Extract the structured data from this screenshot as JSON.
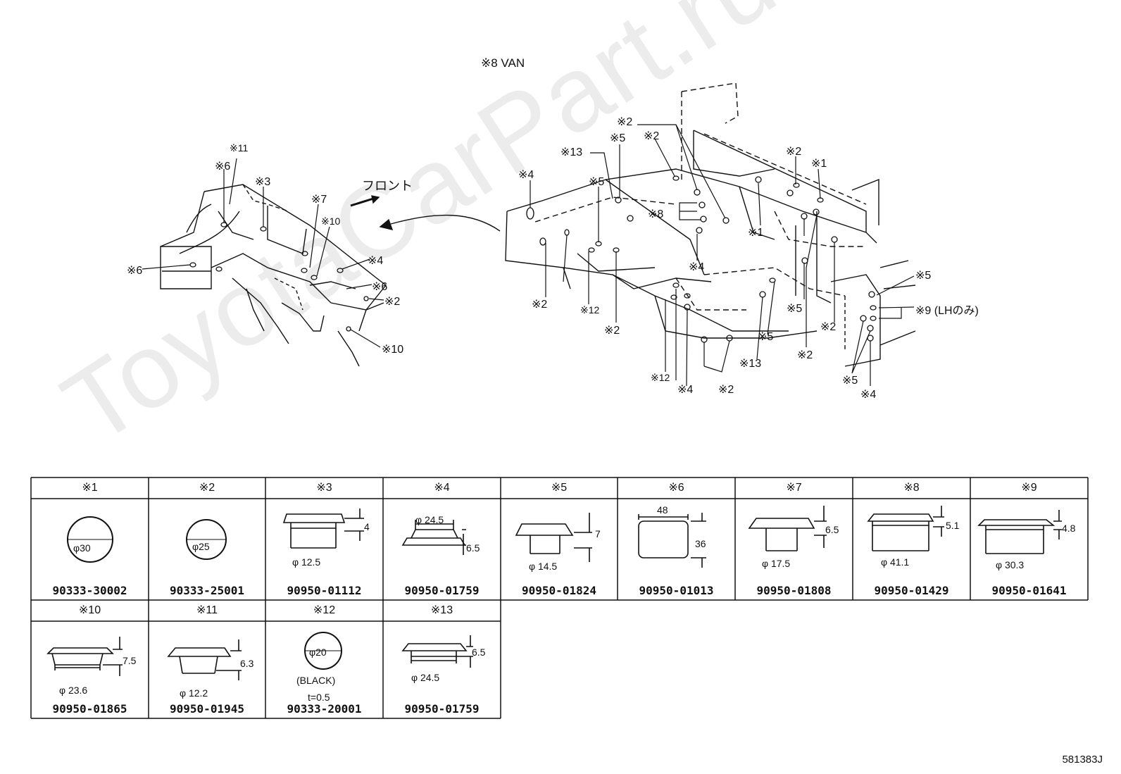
{
  "title": "※8 VAN",
  "front_label": "フロント",
  "doc_code": "581383J",
  "watermark": "ToyotaCarPart.ru",
  "left_callouts": [
    {
      "id": "c-l-11",
      "text": "※11"
    },
    {
      "id": "c-l-6a",
      "text": "※6"
    },
    {
      "id": "c-l-3",
      "text": "※3"
    },
    {
      "id": "c-l-7",
      "text": "※7"
    },
    {
      "id": "c-l-10a",
      "text": "※10"
    },
    {
      "id": "c-l-4",
      "text": "※4"
    },
    {
      "id": "c-l-6b",
      "text": "※6"
    },
    {
      "id": "c-l-6c",
      "text": "※6"
    },
    {
      "id": "c-l-2",
      "text": "※2"
    },
    {
      "id": "c-l-10b",
      "text": "※10"
    }
  ],
  "right_callouts": [
    {
      "id": "c-r-2a",
      "text": "※2"
    },
    {
      "id": "c-r-5a",
      "text": "※5"
    },
    {
      "id": "c-r-2b",
      "text": "※2"
    },
    {
      "id": "c-r-13a",
      "text": "※13"
    },
    {
      "id": "c-r-4a",
      "text": "※4"
    },
    {
      "id": "c-r-5b",
      "text": "※5"
    },
    {
      "id": "c-r-8",
      "text": "※8"
    },
    {
      "id": "c-r-2c",
      "text": "※2"
    },
    {
      "id": "c-r-1a",
      "text": "※1"
    },
    {
      "id": "c-r-1b",
      "text": "※1"
    },
    {
      "id": "c-r-4b",
      "text": "※4"
    },
    {
      "id": "c-r-2d",
      "text": "※2"
    },
    {
      "id": "c-r-12a",
      "text": "※12"
    },
    {
      "id": "c-r-2e",
      "text": "※2"
    },
    {
      "id": "c-r-5c",
      "text": "※5"
    },
    {
      "id": "c-r-2f",
      "text": "※2"
    },
    {
      "id": "c-r-5d",
      "text": "※5"
    },
    {
      "id": "c-r-9",
      "text": "※9 (LHのみ)"
    },
    {
      "id": "c-r-5e",
      "text": "※5"
    },
    {
      "id": "c-r-2g",
      "text": "※2"
    },
    {
      "id": "c-r-13b",
      "text": "※13"
    },
    {
      "id": "c-r-12b",
      "text": "※12"
    },
    {
      "id": "c-r-4c",
      "text": "※4"
    },
    {
      "id": "c-r-2h",
      "text": "※2"
    },
    {
      "id": "c-r-5f",
      "text": "※5"
    },
    {
      "id": "c-r-4d",
      "text": "※4"
    }
  ],
  "parts": [
    {
      "key": "※1",
      "part": "90333-30002",
      "shape": "circle",
      "dims": [
        "φ30"
      ]
    },
    {
      "key": "※2",
      "part": "90333-25001",
      "shape": "circle",
      "dims": [
        "φ25"
      ]
    },
    {
      "key": "※3",
      "part": "90950-01112",
      "shape": "plug",
      "dims": [
        "4",
        "φ 12.5"
      ]
    },
    {
      "key": "※4",
      "part": "90950-01759",
      "shape": "plug",
      "dims": [
        "φ 24.5",
        "6.5"
      ]
    },
    {
      "key": "※5",
      "part": "90950-01824",
      "shape": "plug",
      "dims": [
        "7",
        "φ 14.5"
      ]
    },
    {
      "key": "※6",
      "part": "90950-01013",
      "shape": "rect",
      "dims": [
        "48",
        "36"
      ]
    },
    {
      "key": "※7",
      "part": "90950-01808",
      "shape": "plug",
      "dims": [
        "6.5",
        "φ 17.5"
      ]
    },
    {
      "key": "※8",
      "part": "90950-01429",
      "shape": "plug",
      "dims": [
        "5.1",
        "φ 41.1"
      ]
    },
    {
      "key": "※9",
      "part": "90950-01641",
      "shape": "plug",
      "dims": [
        "4.8",
        "φ 30.3"
      ]
    },
    {
      "key": "※10",
      "part": "90950-01865",
      "shape": "plug",
      "dims": [
        "7.5",
        "φ 23.6"
      ]
    },
    {
      "key": "※11",
      "part": "90950-01945",
      "shape": "plug",
      "dims": [
        "6.3",
        "φ 12.2"
      ]
    },
    {
      "key": "※12",
      "part": "90333-20001",
      "shape": "circle",
      "dims": [
        "φ20",
        "(BLACK)",
        "t=0.5"
      ]
    },
    {
      "key": "※13",
      "part": "90950-01759",
      "shape": "plug",
      "dims": [
        "6.5",
        "φ 24.5"
      ]
    }
  ]
}
